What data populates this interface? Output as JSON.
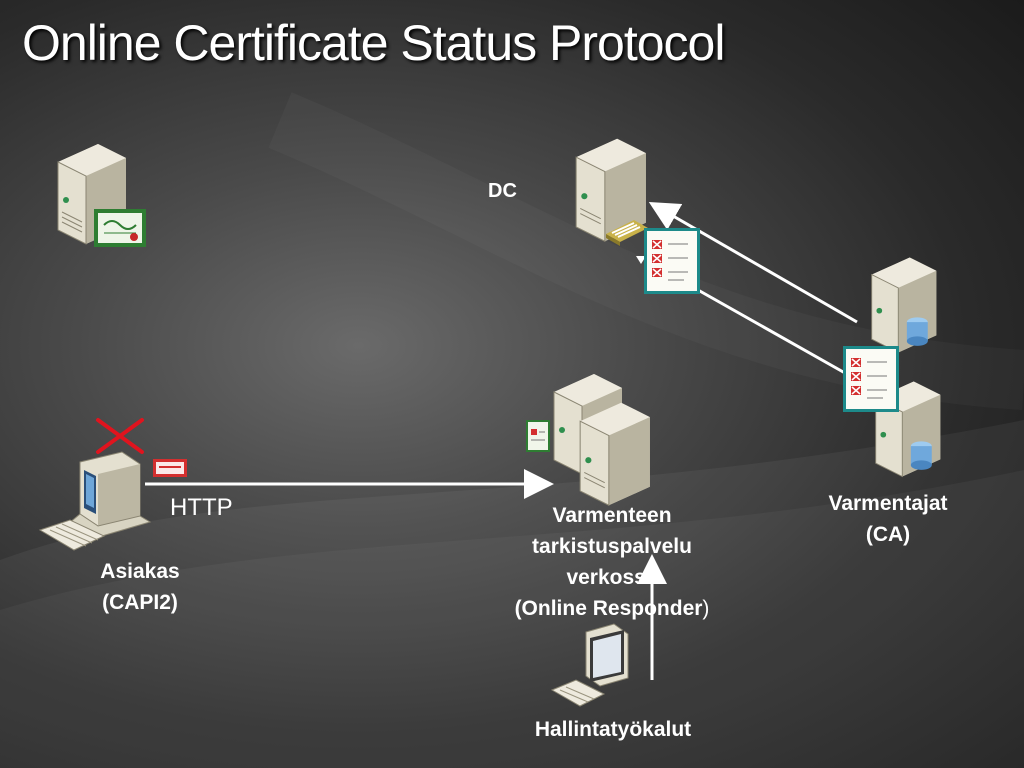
{
  "slide": {
    "title": "Online Certificate Status Protocol"
  },
  "labels": {
    "dc": "DC",
    "http": "HTTP",
    "client_line1": "Asiakas",
    "client_line2": "(CAPI2)",
    "responder_line1": "Varmenteen",
    "responder_line2": "tarkistuspalvelu",
    "responder_line3": "verkossa",
    "responder_line4": "(Online Responder",
    "responder_line4_end": ")",
    "ca_line1": "Varmentajat",
    "ca_line2": "(CA)",
    "admin": "Hallintatyökalut"
  },
  "colors": {
    "arrow": "#ffffff",
    "deny_x": "#e0141e",
    "crl_border": "#1d8a8a"
  }
}
